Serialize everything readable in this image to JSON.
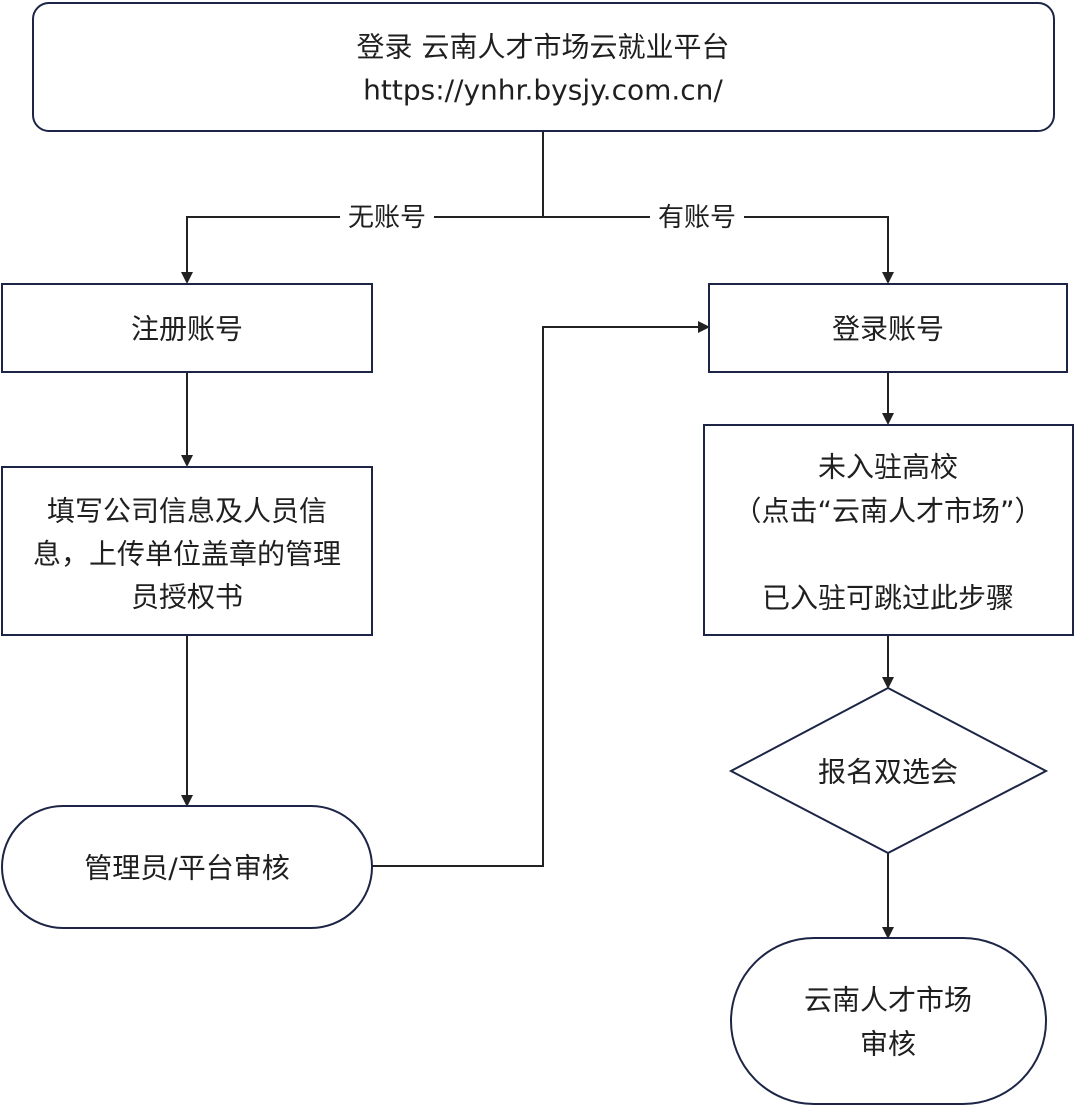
{
  "nodes": {
    "start": {
      "line1": "登录 云南人才市场云就业平台",
      "line2": "https://ynhr.bysjy.com.cn/"
    },
    "register": {
      "label": "注册账号"
    },
    "login": {
      "label": "登录账号"
    },
    "fill_info": {
      "line1": "填写公司信息及人员信",
      "line2": "息，上传单位盖章的管理",
      "line3": "员授权书"
    },
    "join_school": {
      "line1": "未入驻高校",
      "line2": "（点击“云南人才市场”）",
      "line3": "已入驻可跳过此步骤"
    },
    "admin_review": {
      "label": "管理员/平台审核"
    },
    "signup_fair": {
      "label": "报名双选会"
    },
    "market_review": {
      "line1": "云南人才市场",
      "line2": "审核"
    }
  },
  "edges": {
    "no_account": "无账号",
    "has_account": "有账号"
  }
}
